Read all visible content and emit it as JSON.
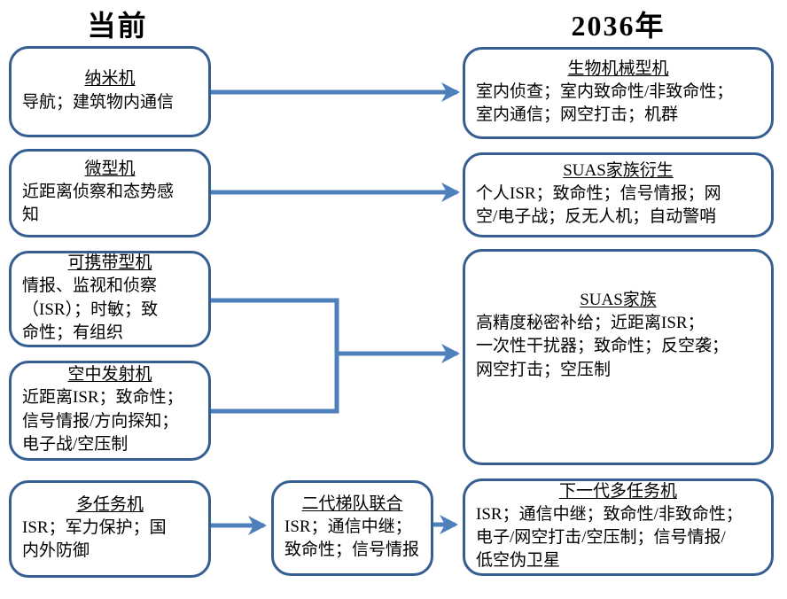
{
  "headers": {
    "current": "当前",
    "future": "2036年"
  },
  "boxes": {
    "nano": {
      "title": "纳米机",
      "body": "导航；建筑物内通信"
    },
    "micro": {
      "title": "微型机",
      "body": "近距离侦察和态势感\n知"
    },
    "portable": {
      "title": "可携带型机",
      "body": "情报、监视和侦察\n（ISR）；时敏；致\n命性；有组织"
    },
    "air_launched": {
      "title": "空中发射机",
      "body": "近距离ISR；致命性；\n信号情报/方向探知；\n电子战/空压制"
    },
    "multi_mission": {
      "title": "多任务机",
      "body": "ISR；军力保护；国\n内外防御"
    },
    "second_echelon": {
      "title": "二代梯队联合",
      "body": "ISR；通信中继；\n致命性；信号情报"
    },
    "biomechanical": {
      "title": "生物机械型机",
      "body": "室内侦查；室内致命性/非致命性；\n室内通信；网空打击；机群"
    },
    "suas_derived": {
      "title": "SUAS家族衍生",
      "body": "个人ISR；致命性；信号情报；网\n空/电子战；反无人机；自动警哨"
    },
    "suas_family": {
      "title": "SUAS家族",
      "body": "高精度秘密补给；近距离ISR；\n一次性干扰器；致命性；反空袭；\n网空打击；空压制"
    },
    "next_gen": {
      "title": "下一代多任务机",
      "body": "ISR；通信中继；致命性/非致命性；\n电子/网空打击/空压制；信号情报/\n低空伪卫星"
    }
  },
  "colors": {
    "box_border": "#365F91",
    "arrow": "#4E80BC",
    "text": "#000000",
    "background": "#FFFFFF"
  }
}
